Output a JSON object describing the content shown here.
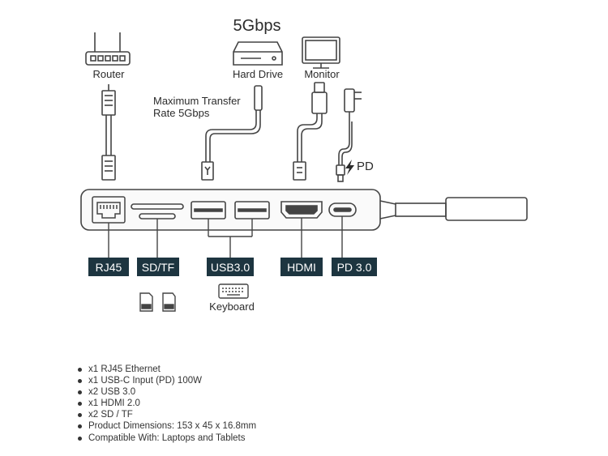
{
  "header": {
    "speed": "5Gbps"
  },
  "devices": {
    "router": "Router",
    "hard_drive": "Hard Drive",
    "monitor": "Monitor"
  },
  "annotations": {
    "transfer_line1": "Maximum Transfer",
    "transfer_line2": "Rate 5Gbps",
    "pd": "PD",
    "keyboard": "Keyboard"
  },
  "ports": [
    {
      "id": "rj45",
      "label": "RJ45"
    },
    {
      "id": "sdtf",
      "label": "SD/TF"
    },
    {
      "id": "usb",
      "label": "USB3.0"
    },
    {
      "id": "hdmi",
      "label": "HDMI"
    },
    {
      "id": "pd",
      "label": "PD 3.0"
    }
  ],
  "colors": {
    "label_bg": "#1d3540",
    "line": "#444444",
    "hub_fill": "#fafafa"
  },
  "icons": {
    "router": "router-icon",
    "hard_drive": "hard-drive-icon",
    "monitor": "monitor-icon",
    "keyboard": "keyboard-icon",
    "sd_cards": "sd-card-icon",
    "lightning": "lightning-icon"
  },
  "specs": [
    "x1 RJ45 Ethernet",
    "x1 USB-C Input (PD) 100W",
    "x2 USB 3.0",
    "x1 HDMI 2.0",
    "x2 SD / TF",
    "Product Dimensions: 153 x 45 x 16.8mm",
    "Compatible With: Laptops and Tablets"
  ]
}
